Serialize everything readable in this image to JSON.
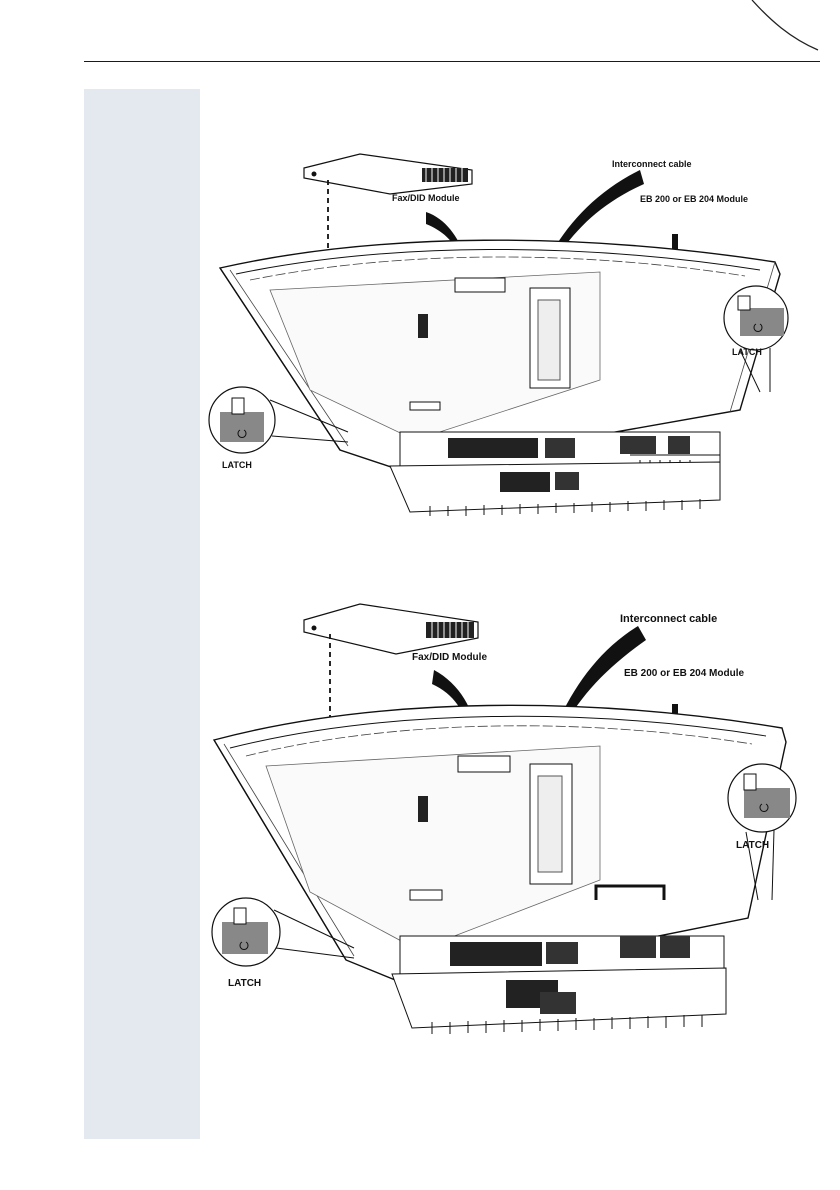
{
  "figures": [
    {
      "interconnect_label": "Interconnect cable",
      "faxdid_label": "Fax/DID Module",
      "eb_label": "EB 200 or EB 204 Module",
      "latch_right": "LATCH",
      "latch_left": "LATCH"
    },
    {
      "interconnect_label": "Interconnect cable",
      "faxdid_label": "Fax/DID Module",
      "eb_label": "EB 200 or EB 204 Module",
      "latch_right": "LATCH",
      "latch_left": "LATCH"
    }
  ]
}
